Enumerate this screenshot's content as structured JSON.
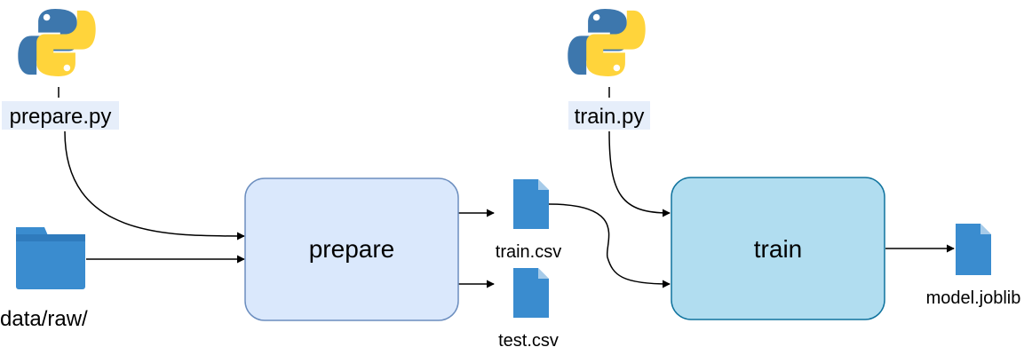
{
  "nodes": {
    "prepare": {
      "label": "prepare",
      "fill": "#dae8fc",
      "stroke": "#6c8ebf"
    },
    "train": {
      "label": "train",
      "fill": "#b1ddf0",
      "stroke": "#10739e"
    }
  },
  "scripts": {
    "prepare_py": {
      "label": "prepare.py",
      "label_bg": "#e6eefa",
      "icon": "python-logo-icon"
    },
    "train_py": {
      "label": "train.py",
      "label_bg": "#e6eefa",
      "icon": "python-logo-icon"
    }
  },
  "files": {
    "raw_folder": {
      "label": "data/raw/",
      "icon": "folder-icon",
      "color": "#3a8ccf"
    },
    "train_csv": {
      "label": "train.csv",
      "icon": "file-icon",
      "color": "#3a8ccf"
    },
    "test_csv": {
      "label": "test.csv",
      "icon": "file-icon",
      "color": "#3a8ccf"
    },
    "model_joblib": {
      "label": "model.joblib",
      "icon": "file-icon",
      "color": "#3a8ccf"
    }
  },
  "python_colors": {
    "blue": "#3d77ad",
    "yellow": "#ffd43b"
  }
}
